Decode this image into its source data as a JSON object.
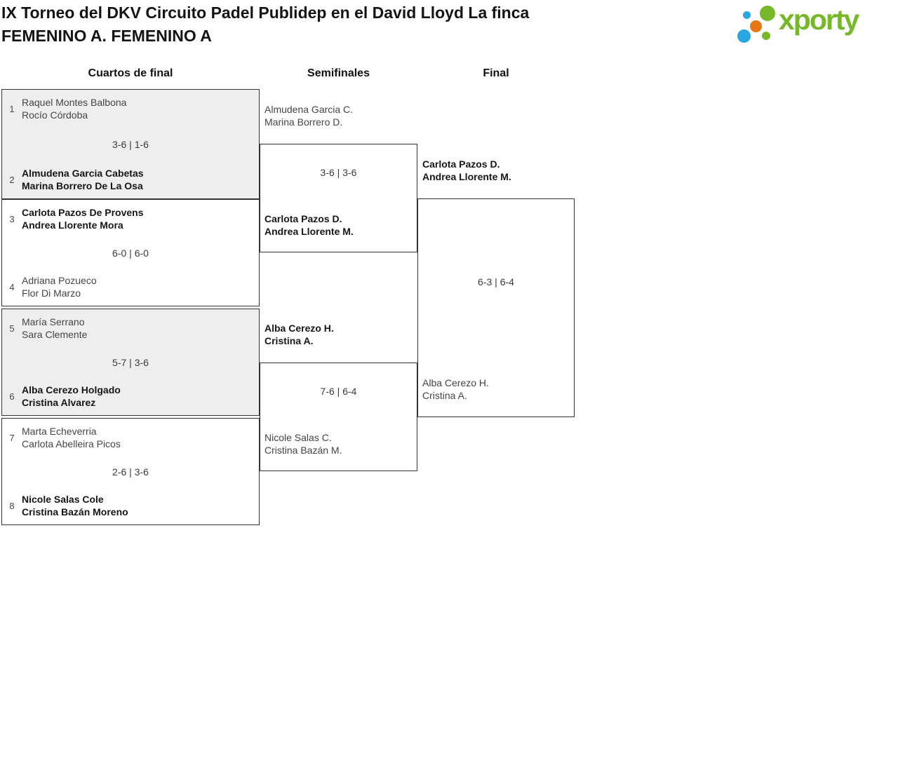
{
  "header": {
    "title_line1": "IX Torneo del DKV Circuito Padel Publidep en el David Lloyd La finca",
    "title_line2": "FEMENINO A. FEMENINO A",
    "logo_text": "xporty"
  },
  "colors": {
    "logo_green": "#76b82a",
    "logo_blue": "#29a8e0",
    "logo_orange": "#e87613",
    "box_border": "#333333",
    "box_shade": "#eeeeee"
  },
  "round_headers": [
    "Cuartos de final",
    "Semifinales",
    "Final"
  ],
  "bracket": {
    "quarterfinals": [
      {
        "shaded": true,
        "top": {
          "seed": "1",
          "players": [
            "Raquel Montes Balbona",
            "Rocío Córdoba"
          ],
          "winner": false
        },
        "score": "3-6 | 1-6",
        "bottom": {
          "seed": "2",
          "players": [
            "Almudena Garcia Cabetas",
            "Marina Borrero De La Osa"
          ],
          "winner": true
        }
      },
      {
        "shaded": false,
        "top": {
          "seed": "3",
          "players": [
            "Carlota Pazos De Provens",
            "Andrea Llorente Mora"
          ],
          "winner": true
        },
        "score": "6-0 | 6-0",
        "bottom": {
          "seed": "4",
          "players": [
            "Adriana Pozueco",
            "Flor Di Marzo"
          ],
          "winner": false
        }
      },
      {
        "shaded": true,
        "top": {
          "seed": "5",
          "players": [
            "María Serrano",
            "Sara Clemente"
          ],
          "winner": false
        },
        "score": "5-7 | 3-6",
        "bottom": {
          "seed": "6",
          "players": [
            "Alba Cerezo Holgado",
            "Cristina Alvarez"
          ],
          "winner": true
        }
      },
      {
        "shaded": false,
        "top": {
          "seed": "7",
          "players": [
            "Marta Echeverria",
            "Carlota Abelleira Picos"
          ],
          "winner": false
        },
        "score": "2-6 | 3-6",
        "bottom": {
          "seed": "8",
          "players": [
            "Nicole Salas Cole",
            "Cristina Bazán Moreno"
          ],
          "winner": true
        }
      }
    ],
    "semifinals": [
      {
        "top": {
          "players": [
            "Almudena Garcia C.",
            "Marina Borrero D."
          ],
          "winner": false
        },
        "score": "3-6 | 3-6",
        "bottom": {
          "players": [
            "Carlota Pazos D.",
            "Andrea Llorente M."
          ],
          "winner": true
        }
      },
      {
        "top": {
          "players": [
            "Alba Cerezo H.",
            "Cristina A."
          ],
          "winner": true
        },
        "score": "7-6 | 6-4",
        "bottom": {
          "players": [
            "Nicole Salas C.",
            "Cristina Bazán M."
          ],
          "winner": false
        }
      }
    ],
    "final": {
      "top": {
        "players": [
          "Carlota Pazos D.",
          "Andrea Llorente M."
        ],
        "winner": true
      },
      "score": "6-3 | 6-4",
      "bottom": {
        "players": [
          "Alba Cerezo H.",
          "Cristina A."
        ],
        "winner": false
      }
    }
  }
}
